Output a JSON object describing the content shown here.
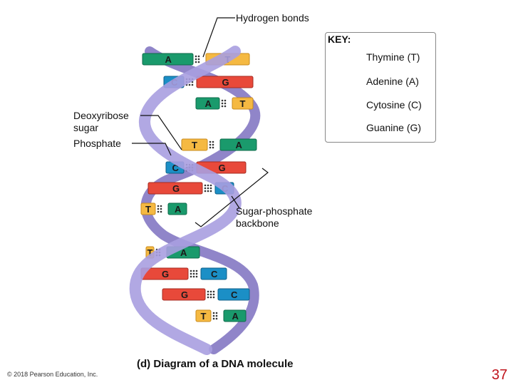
{
  "labels": {
    "hydrogen_bonds": "Hydrogen bonds",
    "deoxyribose": "Deoxyribose",
    "sugar": "sugar",
    "phosphate": "Phosphate",
    "backbone_1": "Sugar-phosphate",
    "backbone_2": "backbone"
  },
  "key": {
    "title": "KEY:",
    "items": [
      {
        "label": "Thymine (T)",
        "color": "#f5b942"
      },
      {
        "label": "Adenine (A)",
        "color": "#1a9a6c"
      },
      {
        "label": "Cytosine (C)",
        "color": "#1b8fc6"
      },
      {
        "label": "Guanine (G)",
        "color": "#e8493a"
      }
    ]
  },
  "base_pairs": [
    {
      "left": "A",
      "right": "T"
    },
    {
      "left": "C",
      "right": "G"
    },
    {
      "left": "A",
      "right": "T"
    },
    {
      "left": "T",
      "right": "A"
    },
    {
      "left": "C",
      "right": "G"
    },
    {
      "left": "G",
      "right": "C"
    },
    {
      "left": "T",
      "right": "A"
    },
    {
      "left": "T",
      "right": "A"
    },
    {
      "left": "G",
      "right": "C"
    },
    {
      "left": "G",
      "right": "C"
    },
    {
      "left": "T",
      "right": "A"
    }
  ],
  "caption": "(d) Diagram of a DNA molecule",
  "copyright": "© 2018 Pearson Education, Inc.",
  "page_number": "37",
  "colors": {
    "backbone": "#9b8fd0",
    "backbone_dark": "#6f63b0",
    "page_number": "#c0141c"
  }
}
